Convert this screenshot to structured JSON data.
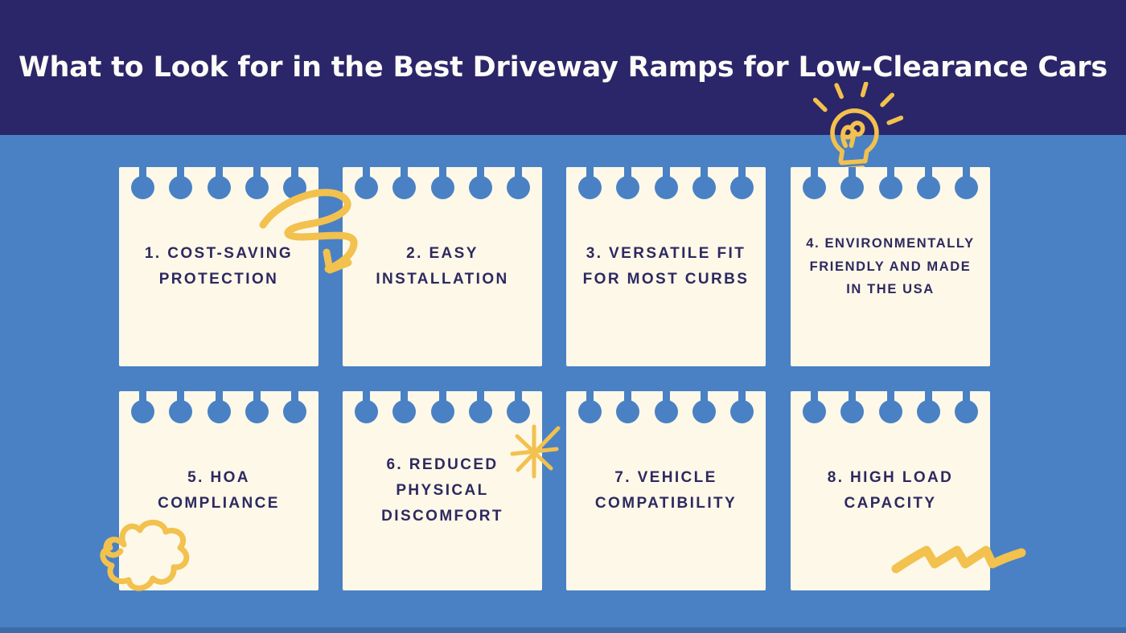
{
  "header": {
    "title": "What to Look for in the Best Driveway Ramps for Low-Clearance Cars"
  },
  "notes": [
    {
      "lines": [
        "1. COST-SAVING",
        "PROTECTION"
      ]
    },
    {
      "lines": [
        "2. EASY",
        "INSTALLATION"
      ]
    },
    {
      "lines": [
        "3. VERSATILE FIT",
        "FOR MOST CURBS"
      ]
    },
    {
      "lines": [
        "4. ENVIRONMENTALLY",
        "FRIENDLY AND MADE",
        "IN THE USA"
      ]
    },
    {
      "lines": [
        "5. HOA",
        "COMPLIANCE"
      ]
    },
    {
      "lines": [
        "6. REDUCED",
        "PHYSICAL",
        "DISCOMFORT"
      ]
    },
    {
      "lines": [
        "7. VEHICLE",
        "COMPATIBILITY"
      ]
    },
    {
      "lines": [
        "8. HIGH LOAD",
        "CAPACITY"
      ]
    }
  ],
  "doodles": [
    "lightbulb-doodle",
    "spiral-arrow-doodle",
    "starburst-doodle",
    "cloud-doodle",
    "zigzag-doodle"
  ],
  "colors": {
    "header_bg": "#2B2669",
    "canvas_bg": "#4981C4",
    "card_bg": "#FDF8E8",
    "card_text": "#2E2960",
    "doodle_yellow": "#F2C14E",
    "bottom_edge": "#3C6CA7"
  }
}
